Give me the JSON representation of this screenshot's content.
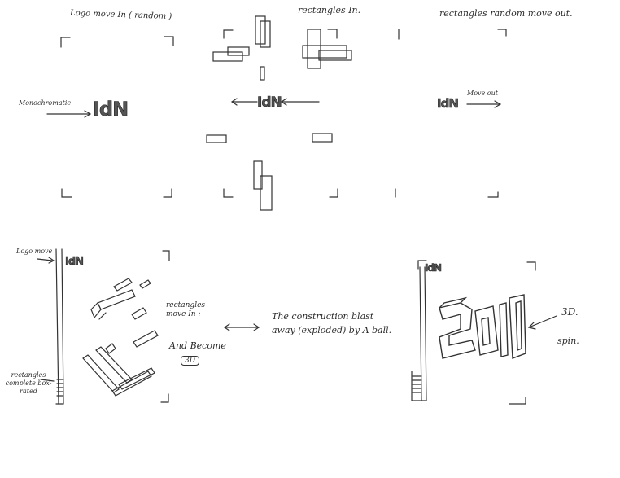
{
  "notes": {
    "logo_move_in": "Logo move In ( random )",
    "rect_in": "rectangles In.",
    "rect_random_out": "rectangles random move out.",
    "monochromatic": "Monochromatic",
    "move_out": "Move out",
    "logo_move_bottom": "Logo move",
    "rect_complete": "rectangles complete box-rated",
    "rect_move_in": "rectangles move In :",
    "and_become": "And Become",
    "three_d_small": "3D",
    "construction": "The construction blast away (exploded) by A ball.",
    "three_d": "3D.",
    "spin": "spin."
  },
  "logo": {
    "text": "IdN",
    "year": "2014"
  },
  "colors": {
    "ink": "#2a2a2a",
    "paper": "#ffffff"
  }
}
